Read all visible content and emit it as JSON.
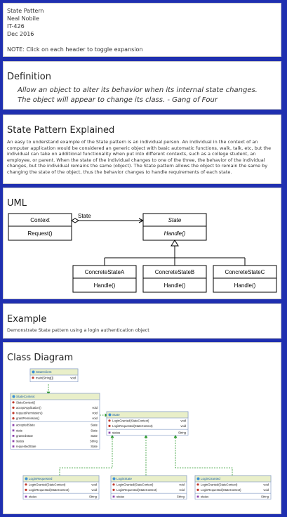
{
  "meta": {
    "title": "State Pattern",
    "author": "Neal Nobile",
    "course": "IT-426",
    "date": "Dec 2016",
    "note": "NOTE: Click on each header to toggle expansion"
  },
  "definition": {
    "header": "Definition",
    "quote": "Allow an object to alter its behavior when its internal state changes. The object will appear to change its class. - Gang of Four"
  },
  "explained": {
    "header": "State Pattern Explained",
    "text": "An easy to understand example of the State pattern is an individual person. An individual in the context of an computer application would be considered an generic object with basic automatic functions, walk, talk, etc, but the individual can take on additional functionality when put into different contexts, such as a college student, an employee, or parent. When the state of the individual changes to one of the three, the behavior of the individual changes, but the individual remains the same (object). The State pattern allows the object to remain the same by changing the state of the object, thus the behavior changes to handle requirements of each state."
  },
  "uml": {
    "header": "UML",
    "context_name": "Context",
    "context_method": "Request()",
    "assoc_label": "State",
    "state_name": "State",
    "state_method": "Handle()",
    "concrete": [
      {
        "name": "ConcreteStateA",
        "method": "Handle()"
      },
      {
        "name": "ConcreteStateB",
        "method": "Handle()"
      },
      {
        "name": "ConcreteStateC",
        "method": "Handle()"
      }
    ]
  },
  "example": {
    "header": "Example",
    "text": "Demonstrate State pattern using a login authentication object"
  },
  "class_diagram": {
    "header": "Class Diagram",
    "client": {
      "name": "StateClient",
      "rows": [
        [
          "main(String[])",
          "void"
        ]
      ]
    },
    "context": {
      "name": "StateContext",
      "methods": [
        [
          "StateContext()",
          ""
        ],
        [
          "acceptApplication()",
          "void"
        ],
        [
          "requestPermission()",
          "void"
        ],
        [
          "grantPermission()",
          "void"
        ]
      ],
      "fields": [
        [
          "acceptedState",
          "State"
        ],
        [
          "state",
          "State"
        ],
        [
          "grantedState",
          "State"
        ],
        [
          "status",
          "String"
        ],
        [
          "requestedState",
          "State"
        ]
      ]
    },
    "state": {
      "name": "State",
      "methods": [
        [
          "LoginGranted(StateContext)",
          "void"
        ],
        [
          "LoginRequested(StateContext)",
          "void"
        ]
      ],
      "fields": [
        [
          "status",
          "String"
        ]
      ]
    },
    "subclasses": [
      {
        "name": "LoginRequested",
        "methods": [
          [
            "LoginGranted(StateContext)",
            "void"
          ],
          [
            "LoginRequested(StateContext)",
            "void"
          ]
        ],
        "fields": [
          [
            "status",
            "String"
          ]
        ]
      },
      {
        "name": "LoginState",
        "methods": [
          [
            "LoginGranted(StateContext)",
            "void"
          ],
          [
            "LoginRequested(StateContext)",
            "void"
          ]
        ],
        "fields": [
          [
            "status",
            "String"
          ]
        ]
      },
      {
        "name": "LoginGranted",
        "methods": [
          [
            "LoginGranted(StateContext)",
            "void"
          ],
          [
            "LoginRequested(StateContext)",
            "void"
          ]
        ],
        "fields": [
          [
            "status",
            "String"
          ]
        ]
      }
    ]
  },
  "colors": {
    "background": "#1f2fb0",
    "panel": "#ffffff",
    "cd_header": "#e9efc9",
    "cd_border": "#8aa0c8",
    "dep_line": "#2e9a2e"
  }
}
